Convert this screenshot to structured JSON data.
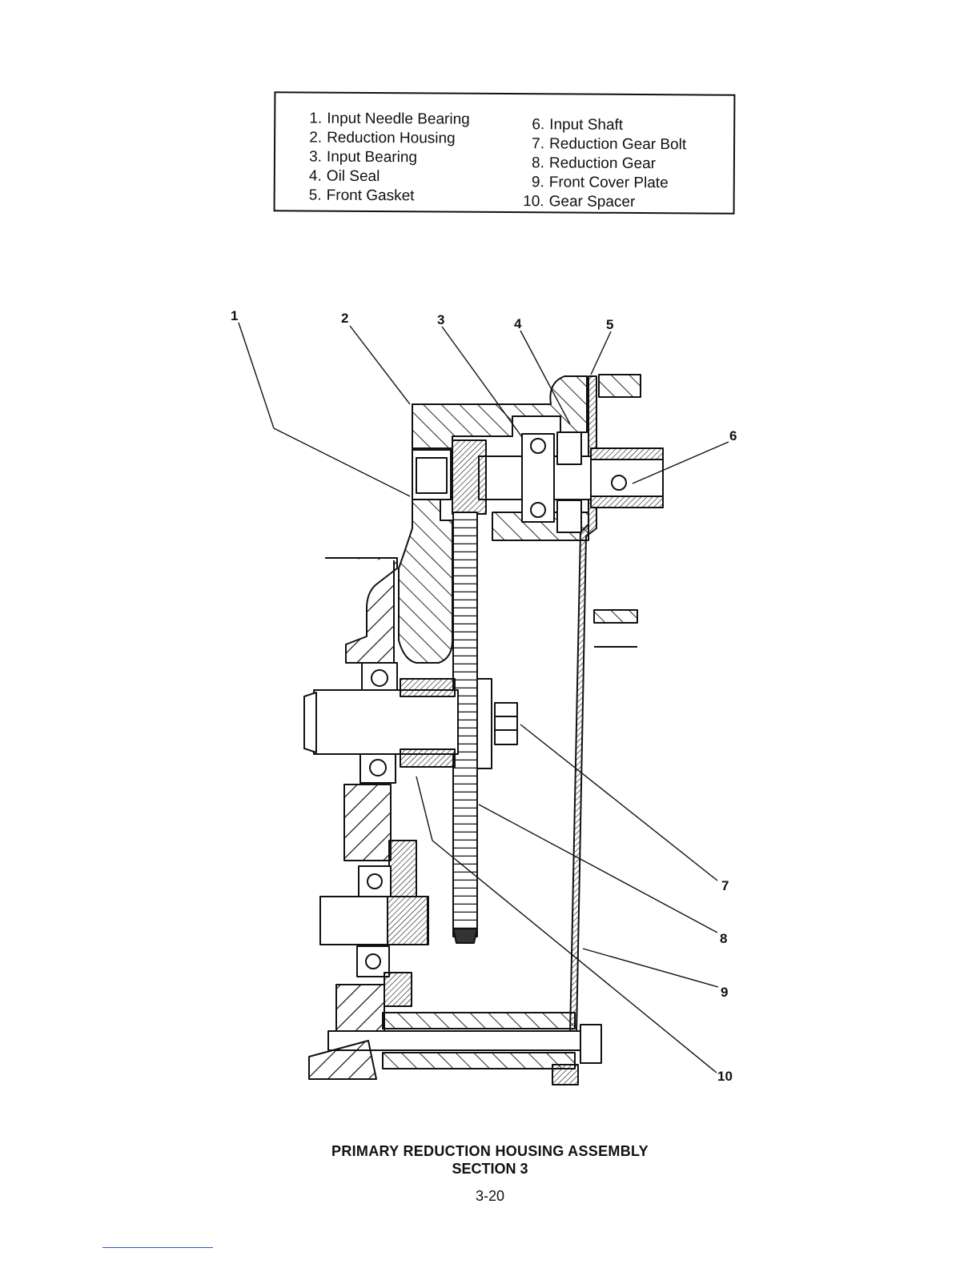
{
  "legend": {
    "left_items": [
      {
        "num": "1.",
        "label": "Input Needle Bearing"
      },
      {
        "num": "2.",
        "label": "Reduction Housing"
      },
      {
        "num": "3.",
        "label": "Input Bearing"
      },
      {
        "num": "4.",
        "label": "Oil Seal"
      },
      {
        "num": "5.",
        "label": "Front Gasket"
      }
    ],
    "right_items": [
      {
        "num": "6.",
        "label": "Input Shaft"
      },
      {
        "num": "7.",
        "label": "Reduction Gear Bolt"
      },
      {
        "num": "8.",
        "label": "Reduction Gear"
      },
      {
        "num": "9.",
        "label": "Front Cover Plate"
      },
      {
        "num": "10.",
        "label": "Gear Spacer"
      }
    ]
  },
  "callouts": [
    "1",
    "2",
    "3",
    "4",
    "5",
    "6",
    "7",
    "8",
    "9",
    "10"
  ],
  "caption": {
    "title": "PRIMARY REDUCTION HOUSING ASSEMBLY",
    "section": "SECTION 3"
  },
  "page_number": "3-20"
}
